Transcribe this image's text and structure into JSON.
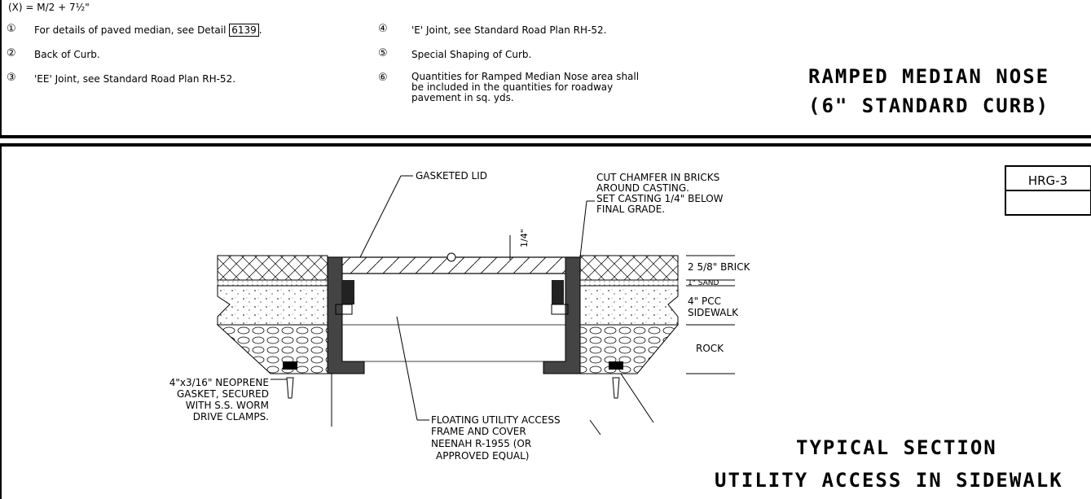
{
  "top": {
    "formula": "(X) = M/2 + 7½\"",
    "notes_left": [
      {
        "num": "①",
        "text_pre": "For details of paved median, see Detail ",
        "ref": "6139",
        "text_post": "."
      },
      {
        "num": "②",
        "text": "Back of Curb."
      },
      {
        "num": "③",
        "text": "'EE' Joint, see Standard Road Plan RH-52."
      }
    ],
    "notes_right": [
      {
        "num": "④",
        "text": "'E' Joint, see Standard Road Plan RH-52."
      },
      {
        "num": "⑤",
        "text": "Special Shaping of Curb."
      },
      {
        "num": "⑥",
        "lines": [
          "Quantities for Ramped Median Nose area shall",
          "be included in the quantities for roadway",
          "pavement in sq. yds."
        ]
      }
    ],
    "title_line1": "RAMPED MEDIAN NOSE",
    "title_line2": "(6\" STANDARD CURB)"
  },
  "bottom": {
    "sheet_ref": "HRG-3",
    "labels": {
      "gasketed_lid": "GASKETED LID",
      "chamfer": [
        "CUT CHAMFER IN BRICKS",
        "AROUND CASTING.",
        "SET CASTING 1/4\" BELOW",
        "FINAL GRADE."
      ],
      "quarter": "1/4\"",
      "brick": "2 5/8\" BRICK",
      "sand": "1\" SAND",
      "pcc": [
        "4\" PCC",
        "SIDEWALK"
      ],
      "rock": "ROCK",
      "gasket": [
        "4\"x3/16\" NEOPRENE",
        "GASKET, SECURED",
        "WITH S.S. WORM",
        "DRIVE CLAMPS."
      ],
      "frame": [
        "FLOATING UTILITY ACCESS",
        "FRAME AND COVER",
        "NEENAH R-1955 (OR",
        "APPROVED EQUAL)"
      ]
    },
    "title_line1": "TYPICAL SECTION",
    "title_line2": "UTILITY ACCESS IN SIDEWALK"
  }
}
